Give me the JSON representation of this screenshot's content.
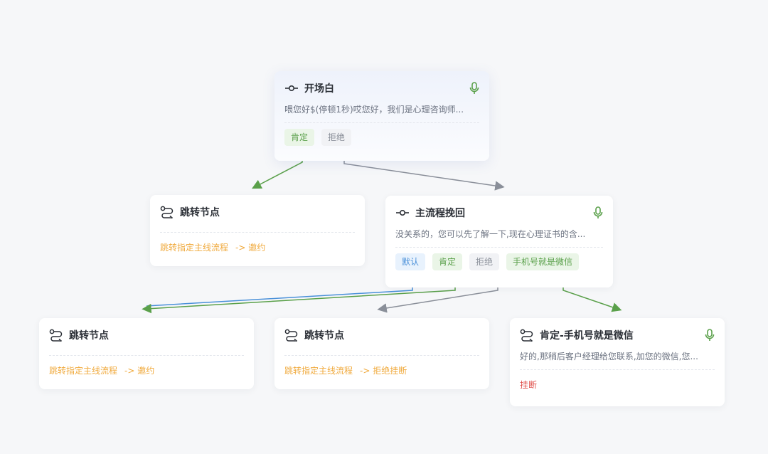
{
  "nodes": {
    "opening": {
      "title": "开场白",
      "desc": "喂您好$(停顿1秒)哎您好，我们是心理咨询师...",
      "tags": [
        "肯定",
        "拒绝"
      ]
    },
    "jump1": {
      "title": "跳转节点",
      "target": "跳转指定主线流程",
      "arrow": "-> 邀约"
    },
    "recover": {
      "title": "主流程挽回",
      "desc": "没关系的，您可以先了解一下,现在心理证书的含...",
      "tags": [
        "默认",
        "肯定",
        "拒绝",
        "手机号就是微信"
      ]
    },
    "jump2": {
      "title": "跳转节点",
      "target": "跳转指定主线流程",
      "arrow": "-> 邀约"
    },
    "jump3": {
      "title": "跳转节点",
      "target": "跳转指定主线流程",
      "arrow": "-> 拒绝挂断"
    },
    "wechat": {
      "title": "肯定-手机号就是微信",
      "desc": "好的,那稍后客户经理给您联系,加您的微信,您...",
      "action": "挂断"
    }
  },
  "colors": {
    "green_edge": "#5aa04a",
    "gray_edge": "#8a8f99",
    "blue_edge": "#4a90d9",
    "mic_icon": "#5aa04a",
    "jump_text": "#f0a93b",
    "hangup_text": "#e0524d"
  }
}
